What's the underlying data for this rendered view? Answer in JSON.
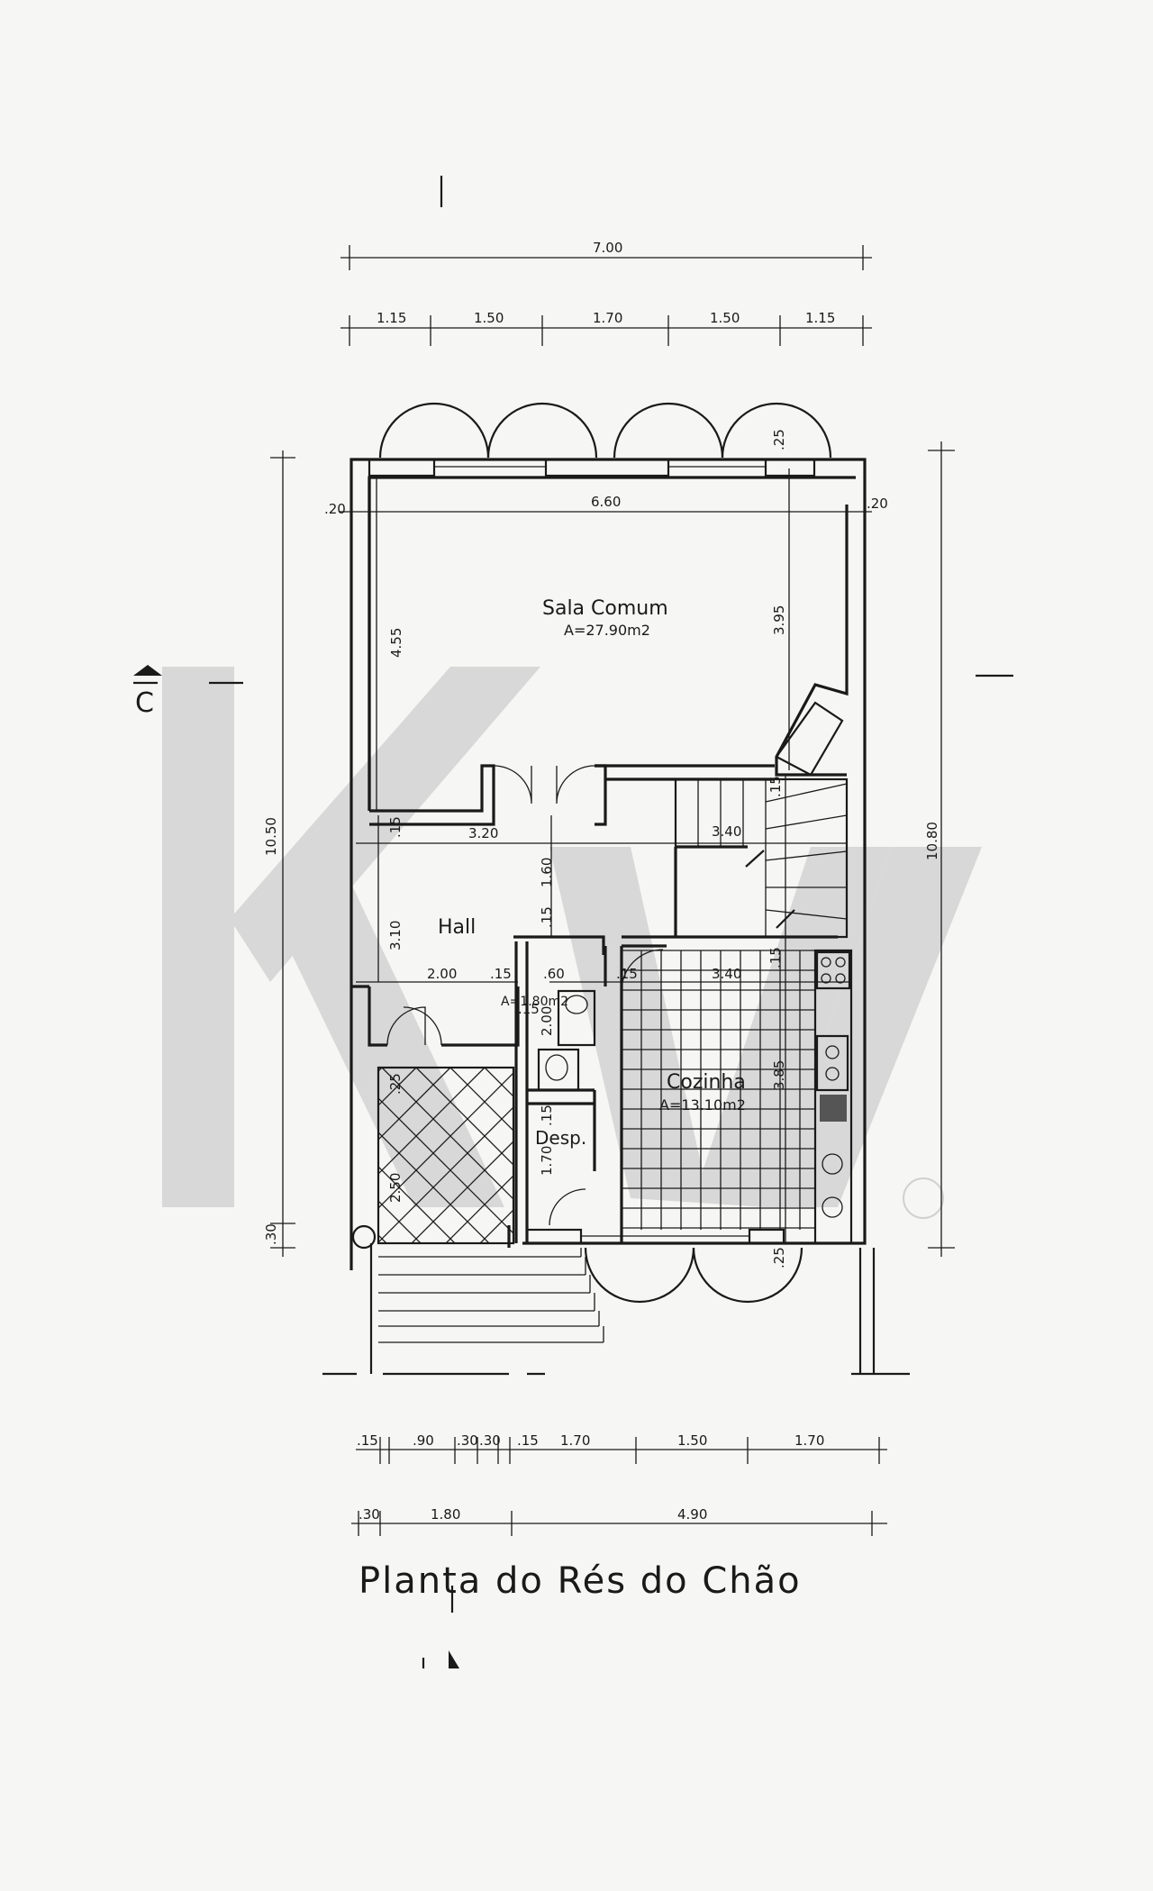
{
  "title": "Planta do Rés do Chão",
  "section_marker": "C",
  "watermark": "KW",
  "rooms": [
    {
      "name": "Sala Comum",
      "area": "A=27.90m2"
    },
    {
      "name": "Hall",
      "area": ""
    },
    {
      "name": "Cozinha",
      "area": "A=13.10m2"
    },
    {
      "name": "Desp.",
      "area": ""
    },
    {
      "name": "",
      "area": "A=1.80m2"
    }
  ],
  "dimensions": {
    "top_total": "7.00",
    "top_segments": [
      "1.15",
      "1.50",
      "1.70",
      "1.50",
      "1.15"
    ],
    "left_total": "10.50",
    "right_total": "10.80",
    "left_bottom": ".30",
    "interior": [
      "6.60",
      ".20",
      ".20",
      ".25",
      "4.55",
      "3.95",
      "3.20",
      "3.40",
      ".15",
      "3.10",
      "1.60",
      "2.00",
      ".15",
      ".15",
      "3.40",
      ".15",
      "2.00",
      ".15",
      "3.85",
      ".25",
      "1.70",
      "2.50",
      ".15",
      ".25",
      ".15",
      ".15",
      ".60"
    ],
    "bottom_segments": [
      ".15",
      ".90",
      ".30",
      ".30",
      ".15",
      "1.70",
      "1.50",
      "1.70"
    ],
    "bottom_totals": [
      ".30",
      "1.80",
      "4.90"
    ]
  },
  "colors": {
    "ink": "#1a1a1a",
    "paper": "#f6f6f4",
    "watermark": "#d8d8d8"
  }
}
